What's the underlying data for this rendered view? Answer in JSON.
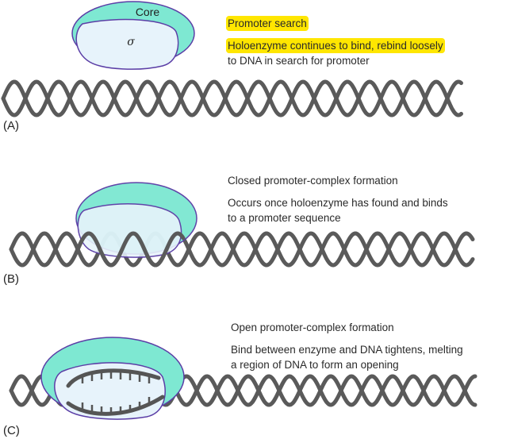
{
  "colors": {
    "core_fill": "#7ee8d2",
    "sigma_fill": "#e7f3fb",
    "outline": "#5b3ea6",
    "dna": "#5a5a5a",
    "highlight": "#ffe600"
  },
  "panels": [
    {
      "label": "(A)",
      "title": "Promoter search",
      "description_lines": [
        "Holoenzyme continues to bind, rebind loosely",
        "to DNA in search for promoter"
      ],
      "core_label": "Core",
      "sigma_label": "σ"
    },
    {
      "label": "(B)",
      "title": "Closed promoter-complex formation",
      "description_lines": [
        "Occurs once holoenzyme has found and binds",
        "to a promoter sequence"
      ]
    },
    {
      "label": "(C)",
      "title": "Open promoter-complex formation",
      "description_lines": [
        "Bind between enzyme and DNA tightens, melting",
        "a region of DNA to form an opening"
      ]
    }
  ]
}
